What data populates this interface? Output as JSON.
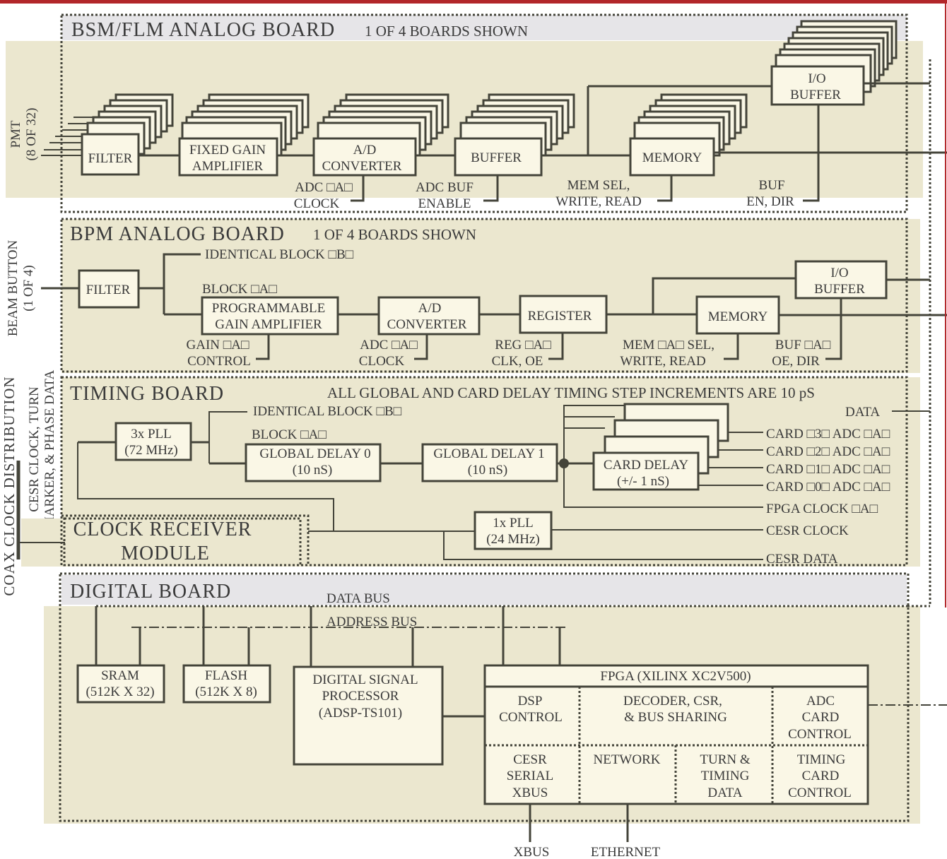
{
  "colors": {
    "panel": "#ebe7cf",
    "header": "#e6e5e8",
    "box": "#faf7e6",
    "line": "#44443a",
    "accent": "#b2262a",
    "text": "#3a3a3a"
  },
  "bsm": {
    "title": "BSM/FLM ANALOG  BOARD",
    "subtitle": "1 OF 4 BOARDS SHOWN",
    "pmt": [
      "PMT",
      "(8 OF 32)"
    ],
    "filter": "FILTER",
    "amp": [
      "FIXED GAIN",
      "AMPLIFIER"
    ],
    "adc": [
      "A/D",
      "CONVERTER"
    ],
    "buffer": "BUFFER",
    "memory": "MEMORY",
    "io": [
      "I/O",
      "BUFFER"
    ],
    "adc_clock": [
      "ADC □A□",
      "CLOCK"
    ],
    "adc_buf": [
      "ADC BUF",
      "ENABLE"
    ],
    "mem_sel": [
      "MEM SEL,",
      "WRITE, READ"
    ],
    "buf_en": [
      "BUF",
      "EN, DIR"
    ]
  },
  "bpm": {
    "title": "BPM ANALOG  BOARD",
    "subtitle": "1 OF 4 BOARDS SHOWN",
    "beam": [
      "BEAM BUTTON",
      "(1 OF 4)"
    ],
    "filter": "FILTER",
    "identical": "IDENTICAL BLOCK □B□",
    "block_a": "BLOCK □A□",
    "pga": [
      "PROGRAMMABLE",
      "GAIN AMPLIFIER"
    ],
    "adc": [
      "A/D",
      "CONVERTER"
    ],
    "register": "REGISTER",
    "memory": "MEMORY",
    "io": [
      "I/O",
      "BUFFER"
    ],
    "gain_ctrl": [
      "GAIN □A□",
      "CONTROL"
    ],
    "adc_clock": [
      "ADC □A□",
      "CLOCK"
    ],
    "reg": [
      "REG □A□",
      "CLK, OE"
    ],
    "mem_sel": [
      "MEM □A□ SEL,",
      "WRITE, READ"
    ],
    "buf": [
      "BUF □A□",
      "OE, DIR"
    ]
  },
  "timing": {
    "title": "TIMING  BOARD",
    "note": "ALL GLOBAL AND CARD DELAY TIMING STEP INCREMENTS ARE 10 pS",
    "data": "DATA",
    "identical": "IDENTICAL BLOCK □B□",
    "block_a": "BLOCK □A□",
    "pll3": [
      "3x PLL",
      "(72 MHz)"
    ],
    "gd0": [
      "GLOBAL  DELAY 0",
      "(10 nS)"
    ],
    "gd1": [
      "GLOBAL  DELAY 1",
      "(10 nS)"
    ],
    "card_delay": [
      "CARD DELAY",
      "(+/- 1 nS)"
    ],
    "pll1": [
      "1x PLL",
      "(24 MHz)"
    ],
    "outputs": [
      "CARD □3□ ADC □A□",
      "CARD □2□ ADC □A□",
      "CARD □1□ ADC □A□",
      "CARD □0□ ADC □A□",
      "FPGA CLOCK □A□",
      "CESR CLOCK",
      "CESR DATA"
    ],
    "crm": [
      "CLOCK  RECEIVER",
      "MODULE"
    ],
    "cesr_side": [
      "CESR CLOCK, TURN",
      "MARKER, & PHASE DATA"
    ],
    "coax": "COAX CLOCK DISTRIBUTION"
  },
  "digital": {
    "title": "DIGITAL BOARD",
    "data_bus": "DATA BUS",
    "address_bus": "ADDRESS BUS",
    "sram": [
      "SRAM",
      "(512K X 32)"
    ],
    "flash": [
      "FLASH",
      "(512K X 8)"
    ],
    "dsp": [
      "DIGITAL SIGNAL",
      "PROCESSOR",
      "(ADSP-TS101)"
    ],
    "fpga": "FPGA (XILINX XC2V500)",
    "dsp_ctrl": [
      "DSP",
      "CONTROL"
    ],
    "decoder": [
      "DECODER, CSR,",
      "& BUS SHARING"
    ],
    "adc_card": [
      "ADC",
      "CARD",
      "CONTROL"
    ],
    "cesr_serial": [
      "CESR",
      "SERIAL",
      "XBUS"
    ],
    "network": "NETWORK",
    "turn": [
      "TURN &",
      "TIMING",
      "DATA"
    ],
    "timing_card": [
      "TIMING",
      "CARD",
      "CONTROL"
    ],
    "xbus": "XBUS",
    "ethernet": "ETHERNET"
  }
}
